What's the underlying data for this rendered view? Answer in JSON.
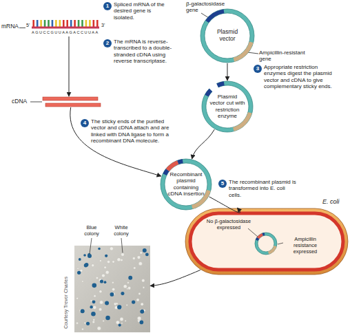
{
  "diagram": {
    "nodes": [
      {
        "text": [
          "mRNA",
          "5'",
          "AGUCCGUUAAGACCUUAA",
          "3'"
        ]
      },
      {
        "text": [
          "cDNA"
        ]
      },
      {
        "text": [
          "Plasmid vector"
        ]
      },
      {
        "text": [
          "Plasmid vector cut with restriction enzyme"
        ]
      },
      {
        "text": [
          "Recombinant plasmid containing cDNA insertion"
        ]
      },
      {
        "text": [
          "E. coli",
          "No β-galactosidase expressed",
          "Ampicillin resistance expressed"
        ]
      },
      {
        "text": [
          "Blue colony",
          "White colony"
        ]
      }
    ],
    "edges": [
      {
        "from": 0,
        "to": 1,
        "arrow": "to"
      },
      {
        "from": 2,
        "to": 3,
        "arrow": "to"
      },
      {
        "from": 1,
        "to": 4,
        "arrow": "to"
      },
      {
        "from": 3,
        "to": 4,
        "arrow": "to"
      },
      {
        "from": 4,
        "to": 5,
        "arrow": "to"
      },
      {
        "from": 5,
        "to": 6,
        "arrow": "to"
      }
    ],
    "labels": [
      "1",
      "Spliced mRNA of the desired gene is isolated.",
      "2",
      "The mRNA is reverse-transcribed to a double-stranded cDNA using reverse transcriptase.",
      "β-galactosidase gene",
      "Ampicillin-resistant gene",
      "3",
      "Appropriate restriction enzymes digest the plasmid vector and cDNA to give complementary sticky ends.",
      "4",
      "The sticky ends of the purified vector and cDNA attach and are linked with DNA ligase to form a recombinant DNA molecule.",
      "5",
      "The recombinant plasmid is transformed into E. coli cells.",
      "Courtesy Trevor Charles"
    ]
  }
}
